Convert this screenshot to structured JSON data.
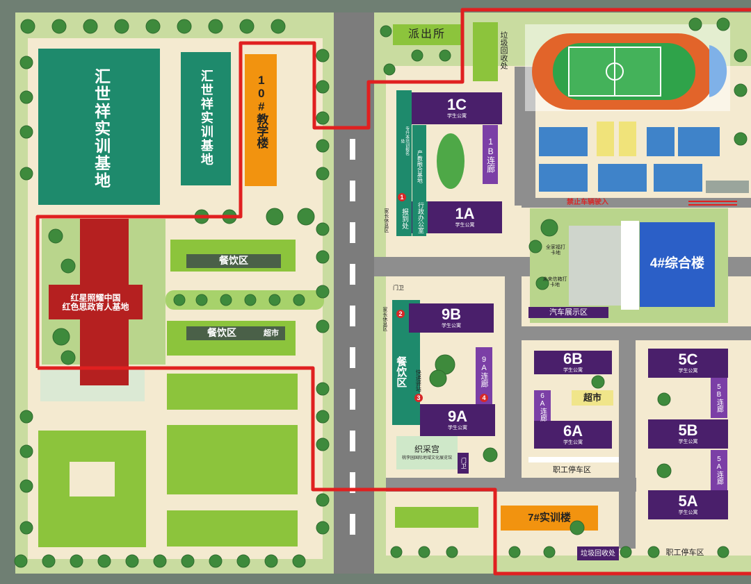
{
  "map": {
    "left_zone": {
      "huishixiang_1": "汇世祥实训基地",
      "huishixiang_2": "汇世祥实训基地",
      "teaching_10": "10#教学楼",
      "red_star_line1": "红星照耀中国",
      "red_star_line2": "红色思政育人基地",
      "dining_upper": "餐饮区",
      "dining_lower": "餐饮区",
      "supermarket_left": "超市"
    },
    "right_zone": {
      "police": "派出所",
      "recycle_top": "垃圾回收处",
      "dorm_1C": {
        "name": "1C",
        "sub": "学生公寓"
      },
      "corridor_1B": "1B连廊",
      "dorm_1A": {
        "name": "1A",
        "sub": "学生公寓"
      },
      "admin_office": "行政办公室",
      "report_office": "报到处",
      "parent_rest_1": "家长休息区",
      "industry_base": "产教融合基地",
      "small_signs": "专升本培训报名处",
      "no_vehicle": "禁止车辆驶入",
      "complex_4": "4#综合楼",
      "checkin_1": "全家福打卡地",
      "checkin_2": "未来信箱打卡地",
      "car_display": "汽车展示区",
      "gate_1": "门卫",
      "parent_rest_2": "家长休息区",
      "dorm_9B": {
        "name": "9B",
        "sub": "学生公寓"
      },
      "dining_right": "餐饮区",
      "express": "快递驿站",
      "corridor_9A": "9A连廊",
      "dorm_9A": {
        "name": "9A",
        "sub": "学生公寓"
      },
      "zhicai": "织采宫",
      "zhicai_sub": "桃李园国际地域文化展览馆",
      "gate_2": "门卫",
      "dorm_6B": {
        "name": "6B",
        "sub": "学生公寓"
      },
      "supermarket_right": "超市",
      "corridor_6A": "6A连廊",
      "dorm_6A": {
        "name": "6A",
        "sub": "学生公寓"
      },
      "staff_parking_1": "职工停车区",
      "dorm_5C": {
        "name": "5C",
        "sub": "学生公寓"
      },
      "corridor_5B": "5B连廊",
      "dorm_5B": {
        "name": "5B",
        "sub": "学生公寓"
      },
      "corridor_5A": "5A连廊",
      "dorm_5A": {
        "name": "5A",
        "sub": "学生公寓"
      },
      "training_7": "7#实训楼",
      "recycle_bottom": "垃圾回收处",
      "staff_parking_2": "职工停车区",
      "markers": [
        "1",
        "2",
        "3",
        "4"
      ]
    }
  },
  "colors": {
    "route": "#e02020",
    "dorm": "#4a1f6b",
    "teal": "#1d8a6b",
    "lime": "#8cc43c",
    "orange": "#f5a01a",
    "blue": "#2b5fc7",
    "red_base": "#b52020"
  }
}
